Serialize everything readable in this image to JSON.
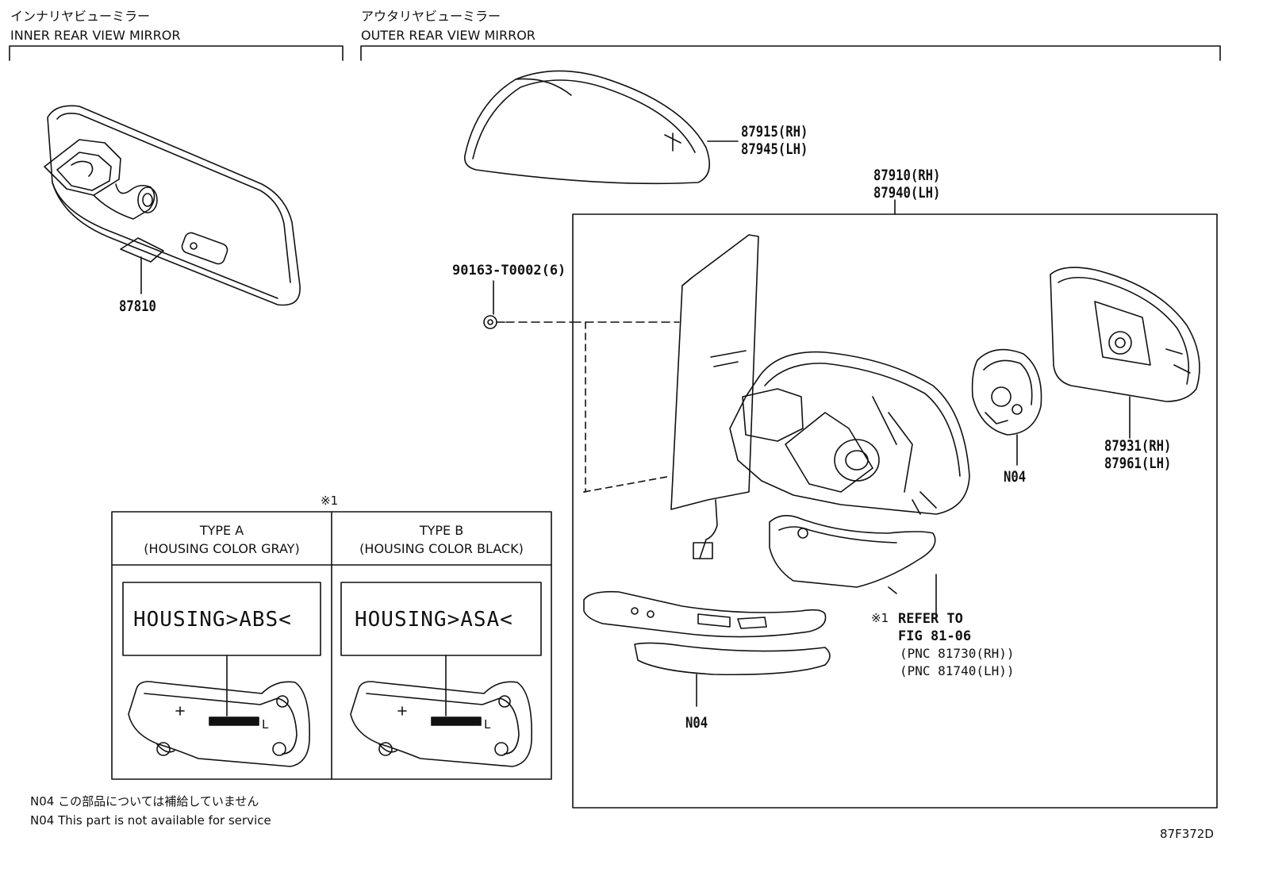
{
  "sections": {
    "inner": {
      "title_jp": "インナリヤビューミラー",
      "title_en": "INNER REAR VIEW MIRROR"
    },
    "outer": {
      "title_jp": "アウタリヤビューミラー",
      "title_en": "OUTER REAR VIEW MIRROR"
    }
  },
  "parts": {
    "p87810": "87810",
    "p87915": "87915(RH)",
    "p87945": "87945(LH)",
    "p87910": "87910(RH)",
    "p87940": "87940(LH)",
    "p90163": "90163-T0002(6)",
    "p87931": "87931(RH)",
    "p87961": "87961(LH)",
    "n04_a": "N04",
    "n04_b": "N04"
  },
  "refer": {
    "mark": "※1",
    "line1": "REFER TO",
    "line2": "FIG 81-06",
    "line3": "(PNC 81730(RH))",
    "line4": "(PNC 81740(LH))"
  },
  "type_table": {
    "mark": "※1",
    "type_a": {
      "title": "TYPE A",
      "subtitle": "(HOUSING COLOR GRAY)",
      "marking": "HOUSING>ABS<"
    },
    "type_b": {
      "title": "TYPE B",
      "subtitle": "(HOUSING COLOR BLACK)",
      "marking": "HOUSING>ASA<"
    },
    "part_side_letter": "L"
  },
  "notes": {
    "jp": "N04 この部品については補給していません",
    "en": "N04 This part is not available for service"
  },
  "figure_id": "87F372D",
  "colors": {
    "line": "#111111",
    "background": "#ffffff"
  }
}
